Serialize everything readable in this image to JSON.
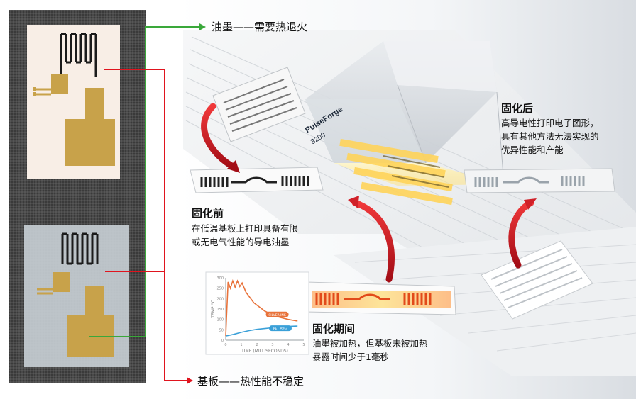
{
  "annotations": {
    "ink": "油墨——需要热退火",
    "substrate": "基板——热性能不稳定"
  },
  "before": {
    "title": "固化前",
    "desc_line1": "在低温基板上打印具备有限",
    "desc_line2": "或无电气性能的导电油墨"
  },
  "after": {
    "title": "固化后",
    "desc_line1": "高导电性打印电子图形，",
    "desc_line2": "具有其他方法无法实现的",
    "desc_line3": "优异性能和产能"
  },
  "during": {
    "title": "固化期间",
    "desc_line1": "油墨被加热，但基板未被加热",
    "desc_line2": "暴露时间少于1毫秒"
  },
  "machine": {
    "brand": "PulseForge",
    "model": "3200"
  },
  "chart_data": {
    "type": "line",
    "xlabel": "TIME (MILLISECONDS)",
    "ylabel": "TEMP °C",
    "x_ticks": [
      "0",
      "1",
      "2",
      "3",
      "4",
      "5"
    ],
    "y_ticks": [
      "0",
      "50",
      "100",
      "150",
      "200",
      "250",
      "300"
    ],
    "xlim": [
      0,
      5
    ],
    "ylim": [
      0,
      300
    ],
    "series": [
      {
        "name": "SILVER INK",
        "color": "#e8723a",
        "x": [
          0,
          0.15,
          0.3,
          0.45,
          0.6,
          0.75,
          0.9,
          1.05,
          1.3,
          1.8,
          2.5,
          3.2,
          4.0,
          4.6
        ],
        "y": [
          20,
          280,
          250,
          285,
          255,
          285,
          258,
          275,
          230,
          180,
          140,
          115,
          100,
          92
        ]
      },
      {
        "name": "PET AVG.",
        "color": "#3aa0d8",
        "x": [
          0,
          0.5,
          1.0,
          1.5,
          2.0,
          2.5,
          3.0,
          3.5,
          4.0,
          4.6
        ],
        "y": [
          20,
          28,
          38,
          46,
          52,
          56,
          60,
          63,
          66,
          68
        ]
      }
    ]
  },
  "colors": {
    "red_line": "#e0141e",
    "green_line": "#3aa83a",
    "copper_trace": "#c8a24a",
    "background": "#ffffff"
  }
}
